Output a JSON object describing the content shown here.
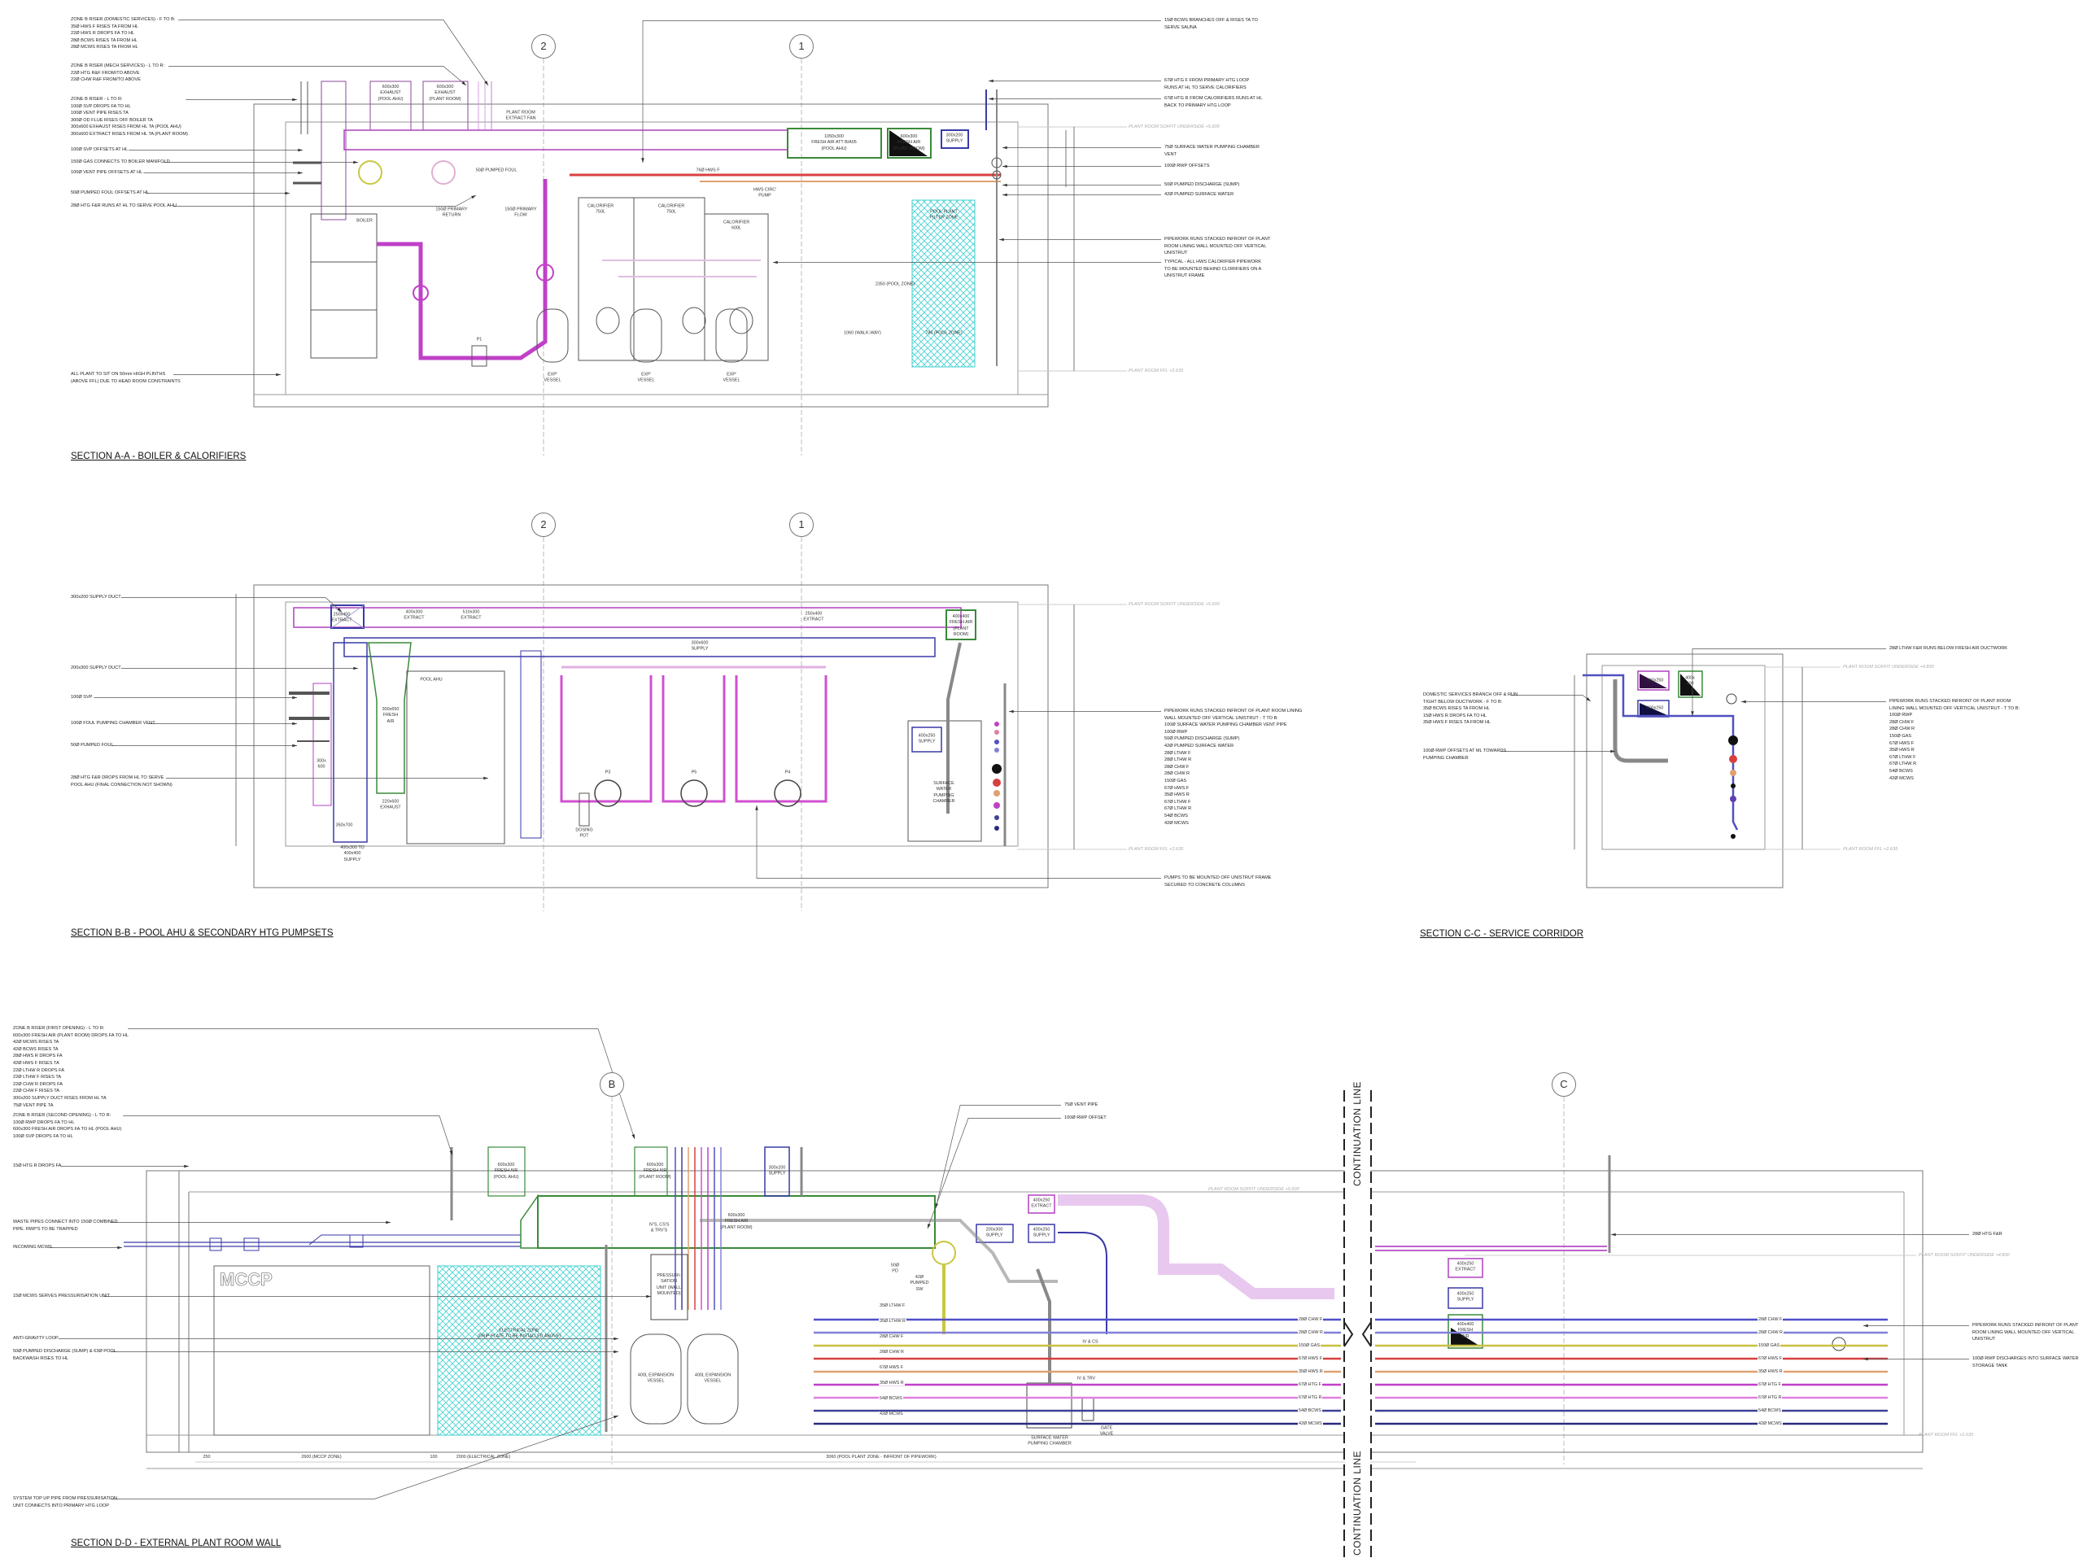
{
  "titles": {
    "a": "SECTION A-A - BOILER & CALORIFIERS",
    "b": "SECTION B-B - POOL AHU & SECONDARY HTG PUMPSETS",
    "c": "SECTION C-C - SERVICE CORRIDOR",
    "d": "SECTION D-D - EXTERNAL PLANT ROOM WALL"
  },
  "grid_bubbles": {
    "a": [
      "2",
      "1"
    ],
    "b": [
      "2",
      "1"
    ],
    "d": [
      "B",
      "C"
    ]
  },
  "continuation_label": "CONTINUATION LINE",
  "levels": {
    "a_soffit": "PLANT ROOM SOFFIT UNDERSIDE +5.600",
    "a_ffl": "PLANT ROOM FFL +2.635",
    "b_soffit": "PLANT ROOM SOFFIT UNDERSIDE +5.600",
    "b_ffl": "PLANT ROOM FFL +2.635",
    "c_soffit": "PLANT ROOM SOFFIT UNDERSIDE +4.830",
    "c_ffl": "PLANT ROOM FFL +2.635",
    "d_soffit": "PLANT ROOM SOFFIT UNDERSIDE +5.600",
    "d_soffit2": "PLANT ROOM SOFFIT UNDERSIDE +4.830",
    "d_ffl": "PLANT ROOM FFL +2.635"
  },
  "annotations": {
    "a_left": [
      [
        "ZONE B RISER (DOMESTIC SERVICES) - F TO B:",
        "35Ø HWS F RISES TA FROM HL",
        "22Ø HWS R DROPS FA TO HL",
        "28Ø BCWS RISES TA FROM HL",
        "28Ø MCWS RISES TA FROM HL"
      ],
      [
        "ZONE B RISER (MECH SERVICES) - L TO R:",
        "22Ø HTG R&F FROM/TO ABOVE",
        "22Ø CHW R&F FROM/TO ABOVE"
      ],
      [
        "ZONE B RISER - L TO R:",
        "100Ø SVP DROPS FA TO HL",
        "100Ø VENT PIPE RISES TA",
        "300Ø OD FLUE RISES OFF BOILER TA",
        "300x600 EXHAUST RISES FROM HL TA (POOL AHU)",
        "300x600 EXTRACT RISES FROM HL TA (PLANT ROOM)"
      ],
      [
        "100Ø SVP OFFSETS AT HL"
      ],
      [
        "150Ø GAS CONNECTS TO BOILER MANIFOLD"
      ],
      [
        "100Ø VENT PIPE OFFSETS AT HL"
      ],
      [
        "50Ø PUMPED FOUL OFFSETS AT HL"
      ],
      [
        "28Ø HTG F&R RUNS AT HL TO SERVE POOL AHU"
      ],
      [
        "ALL PLANT TO SIT ON 50mm HIGH PLINTHS",
        "(ABOVE FFL) DUE TO HEAD ROOM CONSTRAINTS"
      ]
    ],
    "a_right": [
      [
        "15Ø BCWS BRANCHES OFF & RISES TA TO",
        "SERVE SAUNA"
      ],
      [
        "67Ø HTG F FROM PRIMARY HTG LOOP",
        "RUNS AT HL TO SERVE CALORIFIERS"
      ],
      [
        "67Ø HTG R FROM CALORIFIERS RUNS AT HL",
        "BACK TO PRIMARY HTG LOOP"
      ],
      [
        "75Ø SURFACE WATER PUMPING CHAMBER",
        "VENT"
      ],
      [
        "100Ø RWP OFFSETS"
      ],
      [
        "50Ø PUMPED DISCHARGE (SUMP)"
      ],
      [
        "42Ø PUMPED SURFACE WATER"
      ],
      [
        "PIPEWORK RUNS STACKED INFRONT OF PLANT",
        "ROOM LINING WALL MOUNTED OFF VERTICAL",
        "UNISTRUT"
      ],
      [
        "TYPICAL - ALL HWS CALORIFIER PIPEWORK",
        "TO BE MOUNTED BEHIND CLORIFIERS ON A",
        "UNISTRUT FRAME"
      ]
    ],
    "b_left": [
      [
        "300x200 SUPPLY DUCT"
      ],
      [
        "200x300 SUPPLY DUCT"
      ],
      [
        "100Ø SVP"
      ],
      [
        "100Ø FOUL PUMPING CHAMBER VENT"
      ],
      [
        "50Ø PUMPED FOUL"
      ],
      [
        "28Ø HTG F&R DROPS FROM HL TO SERVE",
        "POOL AHU (FINAL CONNECTION NOT SHOWN)"
      ]
    ],
    "b_right": [
      [
        "PIPEWORK RUNS STACKED INFRONT OF PLANT ROOM LINING",
        "WALL MOUNTED OFF VERTICAL UNISTRUT - T TO B:",
        "100Ø SURFACE WATER PUMPING CHAMBER VENT PIPE",
        "100Ø RWP",
        "50Ø PUMPED DISCHARGE (SUMP)",
        "42Ø PUMPED SURFACE WATER",
        "28Ø LTHW F",
        "28Ø LTHW R",
        "28Ø CHW F",
        "28Ø CHW R",
        "150Ø GAS",
        "67Ø HWS F",
        "35Ø HWS R",
        "67Ø LTHW F",
        "67Ø LTHW R",
        "54Ø BCWS",
        "42Ø MCWS"
      ],
      [
        "PUMPS TO BE MOUNTED OFF UNISTRUT FRAME",
        "SECURED TO CONCRETE COLUMNS"
      ]
    ],
    "c_left": [
      [
        "DOMESTIC SERVICES BRANCH OFF & RUN",
        "TIGHT BELOW DUCTWORK - F TO B:",
        "35Ø BCWS RISES TA FROM HL",
        "15Ø HWS R DROPS FA TO HL",
        "35Ø HWS F RISES TA FROM HL"
      ],
      [
        "100Ø RWP OFFSETS AT ML TOWARDS",
        "PUMPING CHAMBER"
      ]
    ],
    "c_right": [
      [
        "28Ø LTHW F&R RUNS BELOW FRESH AIR DUCTWORK"
      ],
      [
        "PIPEWORK RUNS STACKED INFRONT OF PLANT ROOM",
        "LINING WALL MOUNTED OFF VERTICAL UNISTRUT - T TO B:",
        "100Ø RWP",
        "28Ø CHW F",
        "28Ø CHW R",
        "150Ø GAS",
        "67Ø HWS F",
        "35Ø HWS R",
        "67Ø LTHW F",
        "67Ø LTHW R",
        "54Ø BCWS",
        "42Ø MCWS"
      ]
    ],
    "d_left": [
      [
        "ZONE B RISER (FIRST OPENING) - L TO R:",
        "600x300 FRESH AIR (PLANT ROOM) DROPS FA TO HL",
        "42Ø MCWS RISES TA",
        "42Ø BCWS RISES TA",
        "28Ø HWS R DROPS FA",
        "42Ø HWS F RISES TA",
        "22Ø LTHW R DROPS FA",
        "22Ø LTHW F RISES TA",
        "22Ø CHW R DROPS FA",
        "22Ø CHW F RISES TA",
        "300x200 SUPPLY DUCT RISES FROM HL TA",
        "75Ø VENT PIPE TA"
      ],
      [
        "ZONE B RISER (SECOND OPENING) - L TO R:",
        "100Ø RWP DROPS FA TO HL",
        "600x300 FRESH AIR DROPS FA TO HL (POOL AHU)",
        "100Ø SVP DROPS FA TO HL"
      ],
      [
        "15Ø HTG R DROPS FA"
      ],
      [
        "WASTE PIPES CONNECT INTO 150Ø COMBINED",
        "PIPE. RWP'S TO BE TRAPPED"
      ],
      [
        "INCOMING MCWS"
      ],
      [
        "15Ø MCWS SERVES PRESSURISATION UNIT"
      ],
      [
        "ANTI-GRAVITY LOOP"
      ],
      [
        "50Ø PUMPED DISCHARGE (SUMP) & 63Ø POOL",
        "BACKWASH RISES TO HL"
      ],
      [
        "SYSTEM TOP UP PIPE FROM PRESSURISATION",
        "UNIT CONNECTS INTO PRIMARY HTG LOOP"
      ]
    ],
    "d_top": [
      [
        "75Ø VENT PIPE"
      ],
      [
        "100Ø RWP OFFSET"
      ]
    ],
    "d_right": [
      [
        "28Ø HTG F&R"
      ],
      [
        "PIPEWORK RUNS STACKED INFRONT OF PLANT",
        "ROOM LINING WALL MOUNTED OFF VERTICAL",
        "UNISTRUT"
      ],
      [
        "100Ø RWP DISCHARGES INTO SURFACE WATER",
        "STORAGE TANK"
      ]
    ]
  },
  "labels": {
    "a": [
      [
        "600x300",
        "EXHAUST",
        "(POOL AHU)"
      ],
      [
        "600x300",
        "EXHAUST",
        "(PLANT ROOM)"
      ],
      [
        "PLANT ROOM",
        "EXTRACT FAN"
      ],
      [
        "50Ø PUMPED FOUL"
      ],
      [
        "BOILER"
      ],
      [
        "150Ø PRIMARY",
        "RETURN"
      ],
      [
        "150Ø PRIMARY",
        "FLOW"
      ],
      [
        "CALORIFIER",
        "750L"
      ],
      [
        "CALORIFIER",
        "750L"
      ],
      [
        "CALORIFIER",
        "600L"
      ],
      [
        "1050x300",
        "FRESH AIR ATT B/A05",
        "(POOL AHU)"
      ],
      [
        "600x300",
        "FRESH AIR",
        "(PLANT ROOM)"
      ],
      [
        "300x200",
        "SUPPLY"
      ],
      [
        "76Ø HWS F"
      ],
      [
        "HWS CIRC'",
        "PUMP"
      ],
      [
        "POOL PLANT",
        "FILTER ZONE"
      ],
      [
        "1060 (WALK-WAY)"
      ],
      [
        "780 (POOL ZONE)"
      ],
      [
        "EXP'",
        "VESSEL"
      ],
      [
        "EXP'",
        "VESSEL"
      ],
      [
        "EXP'",
        "VESSEL"
      ],
      [
        "P1"
      ],
      [
        "2350 (POOL ZONE)"
      ]
    ],
    "b": [
      [
        "400x300",
        "EXTRACT"
      ],
      [
        "510x300",
        "EXTRACT"
      ],
      [
        "250x400",
        "EXTRACT"
      ],
      [
        "250x400",
        "EXTRACT"
      ],
      [
        "300x600",
        "SUPPLY"
      ],
      [
        "300x650",
        "FRESH",
        "AIR"
      ],
      [
        "POOL AHU"
      ],
      [
        "220x600",
        "EXHAUST"
      ],
      [
        "400x400",
        "FRESH AIR",
        "(PLANT",
        "ROOM)"
      ],
      [
        "400x250",
        "SUPPLY"
      ],
      [
        "SURFACE",
        "WATER",
        "PUMPING",
        "CHAMBER"
      ],
      [
        "P3"
      ],
      [
        "P5"
      ],
      [
        "P4"
      ],
      [
        "DOSING",
        "POT"
      ],
      [
        "350x700"
      ],
      [
        "400x300 TO",
        "400x400",
        "SUPPLY"
      ],
      [
        "300x",
        "600"
      ]
    ],
    "c": [
      [
        "400x250"
      ],
      [
        "400x250"
      ],
      [
        "400x",
        "400"
      ]
    ],
    "d": [
      [
        "ELECTRICAL ZONE",
        "(DRIP PLATE TO BE INSTALLED ABOVE)"
      ],
      [
        "400L EXPANSION",
        "VESSEL"
      ],
      [
        "400L EXPANSION",
        "VESSEL"
      ],
      [
        "PRESSURI-",
        "SATION",
        "UNIT (WALL",
        "MOUNTED)"
      ],
      [
        "600x300",
        "FRESH AIR",
        "(POOL AHU)"
      ],
      [
        "600x300",
        "FRESH AIR",
        "(PLANT ROOM)"
      ],
      [
        "300x200",
        "SUPPLY"
      ],
      [
        "600x300",
        "FRESH AIR",
        "(PLANT ROOM)"
      ],
      [
        "400x250",
        "EXTRACT"
      ],
      [
        "400x250",
        "SUPPLY"
      ],
      [
        "200x300",
        "SUPPLY"
      ],
      [
        "50Ø",
        "PD"
      ],
      [
        "42Ø",
        "PUMPED",
        "SW"
      ],
      [
        "SURFACE WATER",
        "PUMPING CHAMBER"
      ],
      [
        "GATE",
        "VALVE"
      ],
      [
        "400x250",
        "EXTRACT"
      ],
      [
        "400x250",
        "SUPPLY"
      ],
      [
        "400x400",
        "FRESH",
        "AIR"
      ],
      [
        "IV'S, CS'S",
        "& TRV'S"
      ],
      [
        "IV & CS"
      ],
      [
        "IV & TRV"
      ]
    ]
  },
  "mccp_label": "MCCP",
  "d_pipe_runs": [
    {
      "label": "28Ø CHW F",
      "color": "#5050c8"
    },
    {
      "label": "28Ø CHW R",
      "color": "#8080d8"
    },
    {
      "label": "150Ø GAS",
      "color": "#c8c040"
    },
    {
      "label": "67Ø HWS F",
      "color": "#d84040"
    },
    {
      "label": "35Ø HWS R",
      "color": "#e0a070"
    },
    {
      "label": "67Ø HTG F",
      "color": "#c040c8"
    },
    {
      "label": "67Ø HTG R",
      "color": "#e080e0"
    },
    {
      "label": "54Ø BCWS",
      "color": "#404098"
    },
    {
      "label": "42Ø MCWS",
      "color": "#2a2a80"
    }
  ],
  "d_mid_pipe_labels": [
    "35Ø LTHW F",
    "35Ø LTHW R",
    "28Ø CHW F",
    "28Ø CHW R",
    "67Ø HWS F",
    "35Ø HWS R",
    "54Ø BCWS",
    "42Ø MCWS"
  ],
  "d_dimensions": [
    "250",
    "2600 (MCCP ZONE)",
    "100",
    "2000 (ELECTRICAL ZONE)",
    "3060 (POOL PLANT ZONE - INFRONT OF PIPEWORK)"
  ],
  "colors": {
    "duct_extract": "#b040c0",
    "duct_supply": "#3a3aa8",
    "duct_fresh": "#3a8a3a",
    "hatch": "#40d0d0",
    "lthw": "#d050d0",
    "hws": "#d84040"
  }
}
